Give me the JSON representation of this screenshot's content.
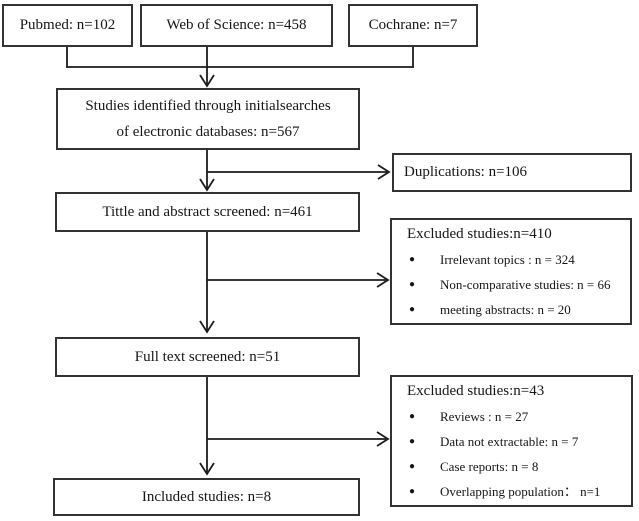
{
  "colors": {
    "border": "#333333",
    "line": "#1c1c1c",
    "background": "#ffffff",
    "text": "#161616"
  },
  "icons": {
    "bullet": "●",
    "arrow_down": "open-chevron-down",
    "arrow_right": "open-chevron-right"
  },
  "boxes": {
    "pubmed": {
      "label": "Pubmed: n=102"
    },
    "web_of_science": {
      "label": "Web of Science: n=458"
    },
    "cochrane": {
      "label": "Cochrane: n=7"
    },
    "identified": {
      "line1": "Studies identified through initialsearches",
      "line2": "of electronic databases: n=567"
    },
    "duplications": {
      "label": "Duplications: n=106"
    },
    "title_abstract": {
      "label": "Tittle and abstract screened: n=461"
    },
    "excluded1": {
      "title": "Excluded studies:n=410",
      "items": [
        "Irrelevant topics : n = 324",
        "Non-comparative studies: n = 66",
        "meeting abstracts: n = 20"
      ]
    },
    "full_text": {
      "label": "Full text screened: n=51"
    },
    "excluded2": {
      "title": "Excluded studies:n=43",
      "items": [
        "Reviews : n = 27",
        "Data not extractable: n = 7",
        "Case reports: n = 8",
        "Overlapping population： n=1"
      ]
    },
    "included": {
      "label": "Included studies: n=8"
    }
  }
}
